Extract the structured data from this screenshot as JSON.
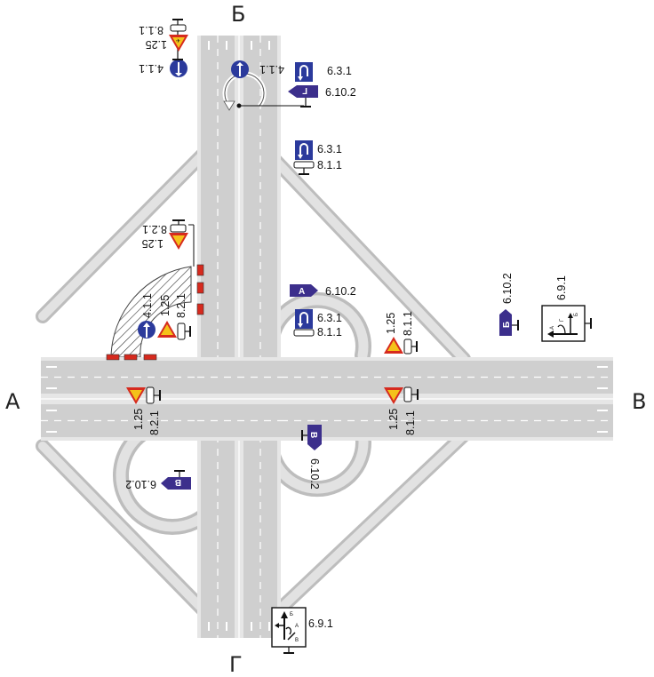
{
  "directions": {
    "west": "А",
    "north": "Б",
    "east": "В",
    "south": "Г"
  },
  "signs": {
    "s_8_1_1": "8.1.1",
    "s_1_25": "1.25",
    "s_4_1_1": "4.1.1",
    "s_6_3_1": "6.3.1",
    "s_6_10_2": "6.10.2",
    "s_8_2_1": "8.2.1",
    "s_6_9_1": "6.9.1"
  },
  "plates": {
    "a": "А",
    "b": "Б",
    "v": "В",
    "g": "Г"
  },
  "colors": {
    "road": "#cfcfcf",
    "shoulder": "#e6e6e6",
    "sign_blue": "#2b3a9c",
    "plate_blue": "#3c2f8c",
    "warning_red": "#d62a1e",
    "warning_yellow": "#f4c21a"
  }
}
